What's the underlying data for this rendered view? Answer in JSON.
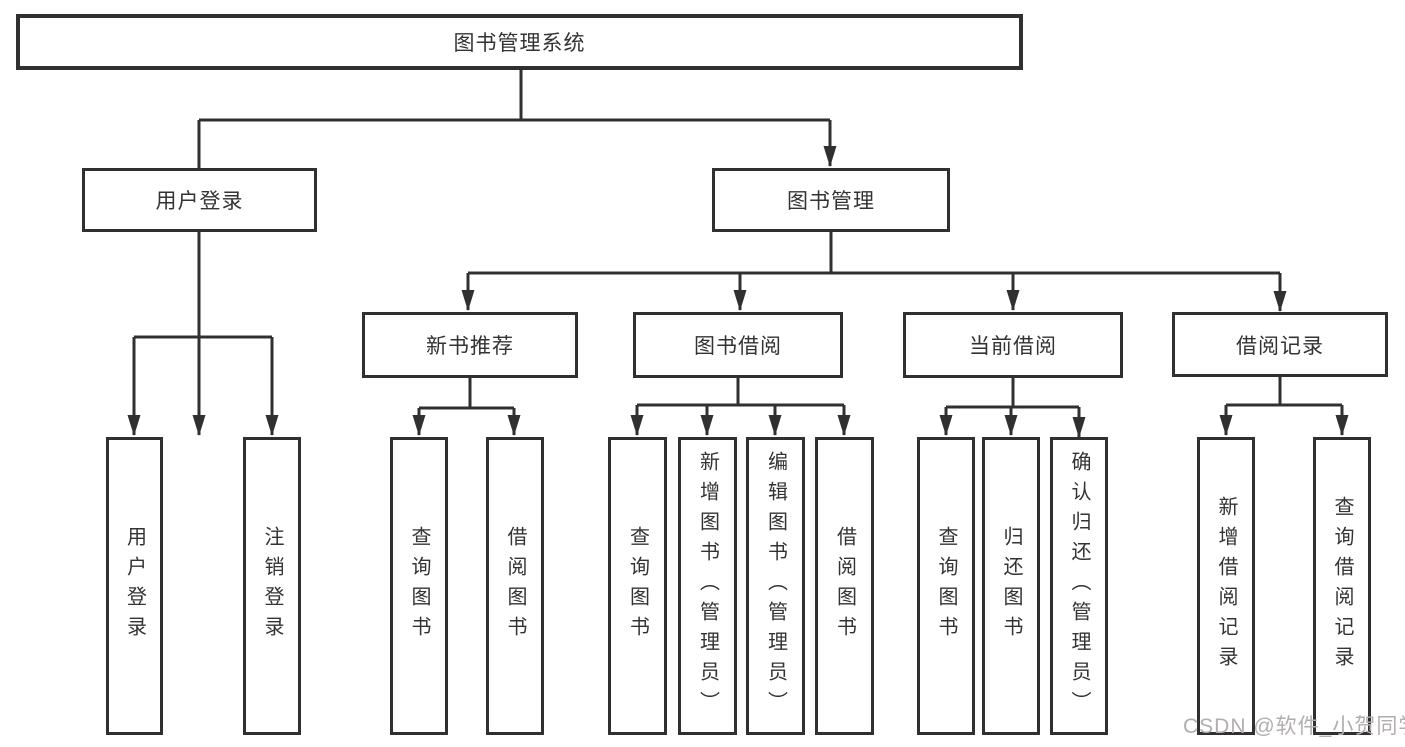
{
  "nodes": {
    "root": "图书管理系统",
    "user_login": "用户登录",
    "book_mgmt": "图书管理",
    "new_book_rec": "新书推荐",
    "book_borrow": "图书借阅",
    "current_borrow": "当前借阅",
    "borrow_records": "借阅记录",
    "leaf_user_login": "用户登录",
    "leaf_logout": "注销登录",
    "leaf_nb_query": "查询图书",
    "leaf_nb_borrow": "借阅图书",
    "leaf_bb_query": "查询图书",
    "leaf_bb_add": "新增图书（管理员）",
    "leaf_bb_edit": "编辑图书（管理员）",
    "leaf_bb_borrow": "借阅图书",
    "leaf_cb_query": "查询图书",
    "leaf_cb_return": "归还图书",
    "leaf_cb_confirm": "确认归还（管理员）",
    "leaf_br_add": "新增借阅记录",
    "leaf_br_query": "查询借阅记录"
  },
  "watermark": {
    "text": "CSDN @软件_小贺同学"
  },
  "colors": {
    "line": "#303030",
    "text": "#333333",
    "watermark": "#b2aeae",
    "background": "#ffffff"
  }
}
